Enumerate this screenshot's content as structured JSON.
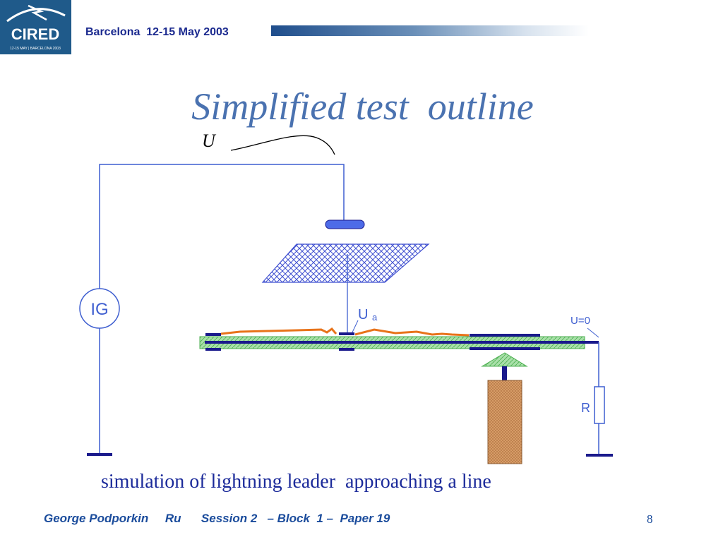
{
  "header": {
    "logo_text": "CIRED",
    "logo_subtext": "12-15 MAY | BARCELONA 2003",
    "conference": "Barcelona  12-15 May 2003"
  },
  "slide": {
    "title": "Simplified test  outline",
    "caption": "simulation of lightning leader  approaching a line"
  },
  "diagram": {
    "voltage_label": "U",
    "generator_label": "IG",
    "ua_label_main": "U",
    "ua_label_sub": "a",
    "u0_label": "U=0",
    "resistor_label": "R"
  },
  "footer": {
    "text": "George Podporkin     Ru      Session 2   – Block  1 –  Paper 19",
    "page_number": "8"
  },
  "colors": {
    "wire": "#3f5fd0",
    "conductor": "#1a1a8c",
    "insulator_green": "#8fd18f",
    "leader_orange": "#e8731a",
    "pole_brown": "#c8905a",
    "title_blue": "#4a72b0",
    "caption_blue": "#1b2a9a"
  }
}
